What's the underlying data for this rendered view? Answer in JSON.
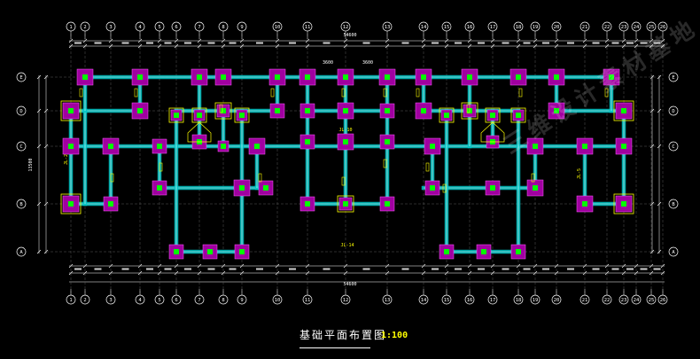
{
  "drawing": {
    "title": "基础平面布置图",
    "scale": "1:100"
  },
  "watermark": {
    "text": "三维设计素材基地"
  },
  "axes": {
    "columns": [
      "1",
      "2",
      "3",
      "4",
      "5",
      "6",
      "7",
      "8",
      "9",
      "10",
      "11",
      "12",
      "13",
      "14",
      "15",
      "16",
      "17",
      "18",
      "19",
      "20",
      "21",
      "22",
      "23",
      "24",
      "25",
      "26"
    ],
    "rows": [
      "E",
      "D",
      "C",
      "B",
      "A"
    ]
  },
  "labels": {
    "total_dimension": "54600",
    "left_total": "13500",
    "mid_dimension_a": "3600",
    "mid_dimension_b": "3600",
    "beam_center": "JL-10",
    "beam_lower": "JL-14",
    "beam_left_row_c": "JL-2",
    "beam_right_row_c": "JL-5"
  },
  "colors": {
    "background": "#000000",
    "grid_line": "#ffffff",
    "beam": "#00c8c8",
    "footing": "#a000a0",
    "footing_outline": "#ffff00",
    "column": "#00ff00",
    "label": "#ffff00"
  }
}
